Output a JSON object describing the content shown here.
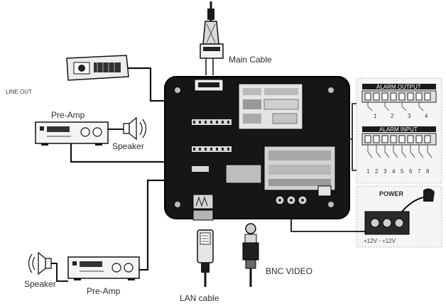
{
  "labels": {
    "main_cable": "Main Cable",
    "line_out": "LINE OUT",
    "pre_amp_top": "Pre-Amp",
    "speaker_top": "Speaker",
    "speaker_bottom": "Speaker",
    "pre_amp_bottom": "Pre-Amp",
    "lan_cable": "LAN cable",
    "bnc_video": "BNC VIDEO",
    "alarm_output": "ALARM OUTPUT",
    "alarm_input": "ALARM INPUT",
    "power": "POWER",
    "terminal_polarity": "+12V  -  +12V"
  },
  "alarm_output_numbers": [
    "1",
    "2",
    "3",
    "4"
  ],
  "alarm_input_numbers": [
    "1",
    "2",
    "3",
    "4",
    "5",
    "6",
    "7",
    "8"
  ]
}
